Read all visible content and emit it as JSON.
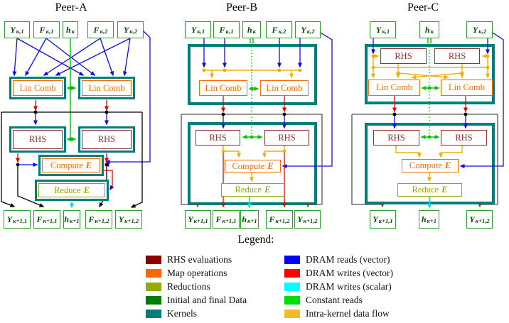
{
  "panels": {
    "a": {
      "title": "Peer-A",
      "inputs": [
        {
          "main": "Y",
          "sub": "κ,1"
        },
        {
          "main": "F",
          "sub": "κ,1"
        },
        {
          "main": "h",
          "sub": "κ"
        },
        {
          "main": "F",
          "sub": "κ,2"
        },
        {
          "main": "Y",
          "sub": "κ,2"
        }
      ],
      "outputs": [
        {
          "main": "Y",
          "sub": "κ+1,1"
        },
        {
          "main": "F",
          "sub": "κ+1,1"
        },
        {
          "main": "h",
          "sub": "κ+1"
        },
        {
          "main": "F",
          "sub": "κ+1,2"
        },
        {
          "main": "Y",
          "sub": "κ+1,2"
        }
      ],
      "blocks": {
        "lin_comb": "Lin Comb",
        "rhs": "RHS",
        "compute": {
          "text": "Compute",
          "var": "E"
        },
        "reduce": {
          "text": "Reduce",
          "var": "E"
        }
      }
    },
    "b": {
      "title": "Peer-B",
      "inputs": [
        {
          "main": "Y",
          "sub": "κ,1"
        },
        {
          "main": "F",
          "sub": "κ,1"
        },
        {
          "main": "h",
          "sub": "κ"
        },
        {
          "main": "F",
          "sub": "κ,2"
        },
        {
          "main": "Y",
          "sub": "κ,2"
        }
      ],
      "outputs": [
        {
          "main": "Y",
          "sub": "κ+1,1"
        },
        {
          "main": "F",
          "sub": "κ+1,1"
        },
        {
          "main": "h",
          "sub": "κ+1"
        },
        {
          "main": "F",
          "sub": "κ+1,2"
        },
        {
          "main": "Y",
          "sub": "κ+1,2"
        }
      ],
      "blocks": {
        "lin_comb": "Lin Comb",
        "rhs": "RHS",
        "compute": {
          "text": "Compute",
          "var": "E"
        },
        "reduce": {
          "text": "Reduce",
          "var": "E"
        }
      }
    },
    "c": {
      "title": "Peer-C",
      "inputs": [
        {
          "main": "Y",
          "sub": "κ,1"
        },
        {
          "main": "h",
          "sub": "κ"
        },
        {
          "main": "Y",
          "sub": "κ,2"
        }
      ],
      "outputs": [
        {
          "main": "Y",
          "sub": "κ+1,1"
        },
        {
          "main": "h",
          "sub": "κ+1"
        },
        {
          "main": "Y",
          "sub": "κ+1,2"
        }
      ],
      "blocks": {
        "lin_comb": "Lin Comb",
        "rhs": "RHS",
        "compute": {
          "text": "Compute",
          "var": "E"
        },
        "reduce": {
          "text": "Reduce",
          "var": "E"
        }
      }
    }
  },
  "legend": {
    "title": "Legend:",
    "left": [
      {
        "label": "RHS evaluations",
        "color": "#8b0000"
      },
      {
        "label": "Map operations",
        "color": "#ff6600"
      },
      {
        "label": "Reductions",
        "color": "#8fae00"
      },
      {
        "label": "Initial and final Data",
        "color": "#007d00"
      },
      {
        "label": "Kernels",
        "color": "#007d7d"
      }
    ],
    "right": [
      {
        "label": "DRAM reads (vector)",
        "color": "#0000ff"
      },
      {
        "label": "DRAM writes (vector)",
        "color": "#ff0000"
      },
      {
        "label": "DRAM writes (scalar)",
        "color": "#00ffff"
      },
      {
        "label": "Constant reads",
        "color": "#00dd00"
      },
      {
        "label": "Intra-kernel data flow",
        "color": "#f0bc2a"
      }
    ]
  },
  "colors": {
    "kernel_border": "#007d7d",
    "map_operation": "#ff6a00",
    "rhs_evaluation": "#993030",
    "reduction": "#97a800",
    "data_box_border": "#2e9e2e",
    "data_box_text": "#004d00",
    "dram_read_vector": "#0d0de0",
    "dram_write_vector": "#e60000",
    "dram_write_scalar": "#00d8e6",
    "constant_read": "#00c400",
    "intra_kernel": "#edb10a"
  }
}
